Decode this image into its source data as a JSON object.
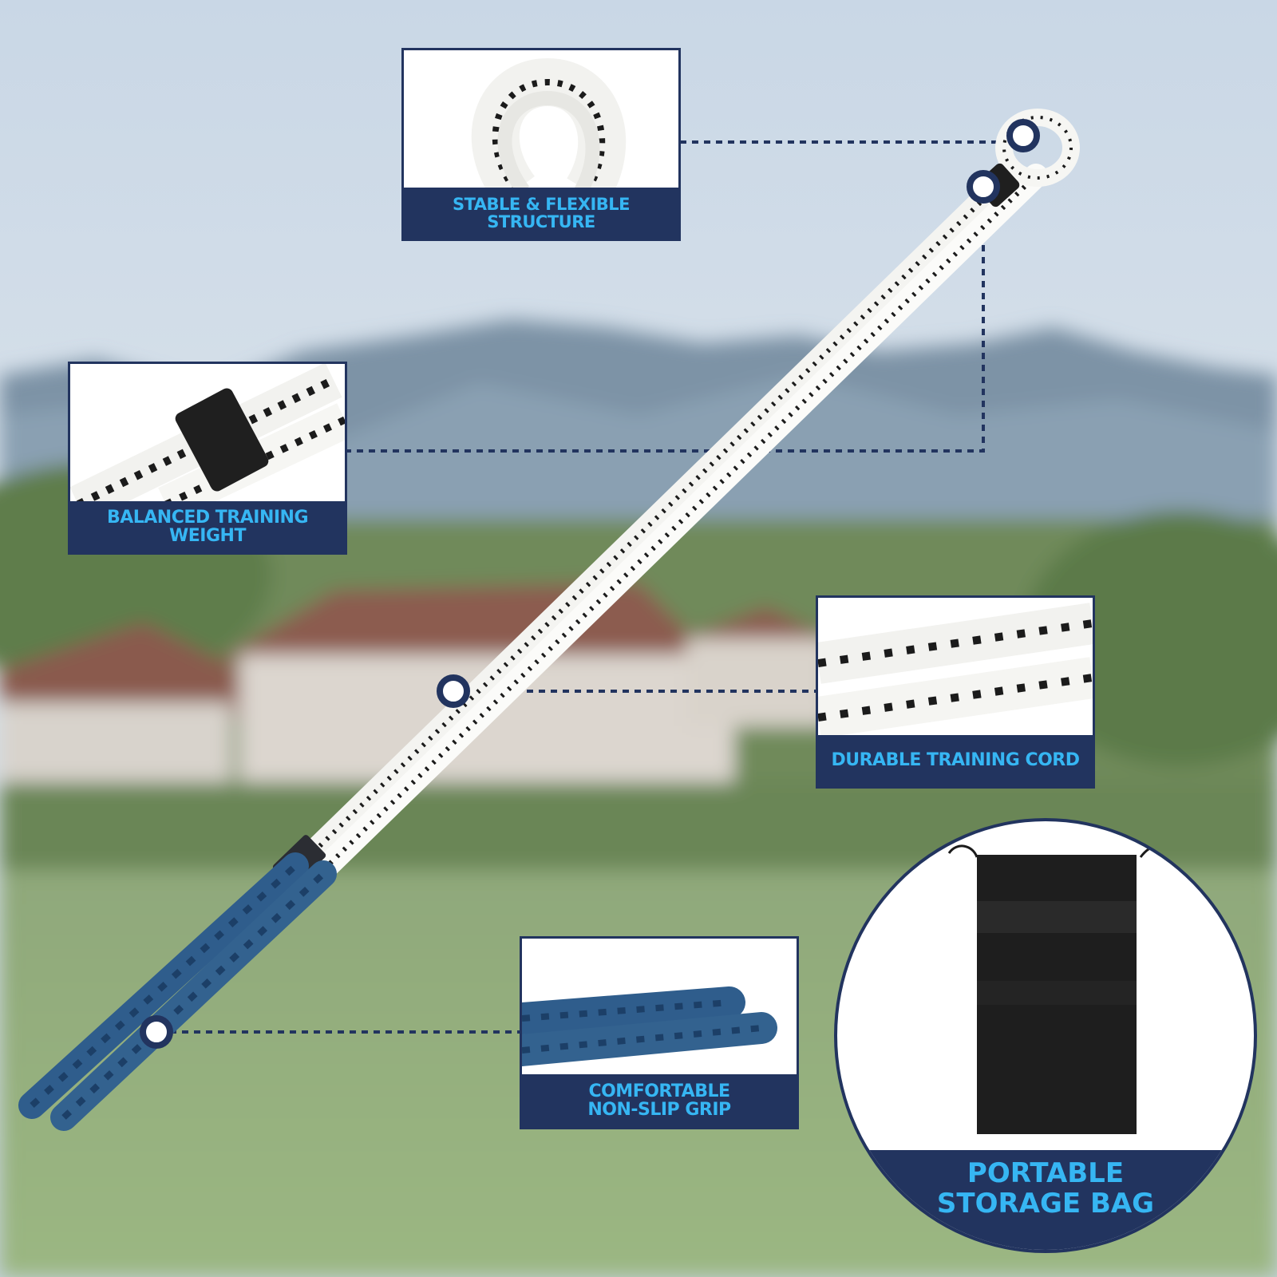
{
  "colors": {
    "navy": "#22345f",
    "label_text": "#36b6f3",
    "cord_white": "#f7f7f5",
    "cord_dots": "#1b1b1b",
    "grip_blue": "#2f5d8c"
  },
  "callouts": [
    {
      "id": "stable",
      "label_lines": [
        "STABLE & FLEXIBLE STRUCTURE"
      ]
    },
    {
      "id": "weight",
      "label_lines": [
        "BALANCED TRAINING WEIGHT"
      ]
    },
    {
      "id": "cord",
      "label_lines": [
        "DURABLE TRAINING CORD"
      ]
    },
    {
      "id": "grip",
      "label_lines": [
        "COMFORTABLE",
        "NON-SLIP GRIP"
      ]
    }
  ],
  "bag": {
    "label_lines": [
      "PORTABLE",
      "STORAGE BAG"
    ],
    "icon": "drawstring-bag-icon"
  },
  "icons": [
    "rope-loop-icon",
    "rope-sleeve-icon",
    "rope-braid-icon",
    "grip-handles-icon",
    "drawstring-bag-icon"
  ]
}
